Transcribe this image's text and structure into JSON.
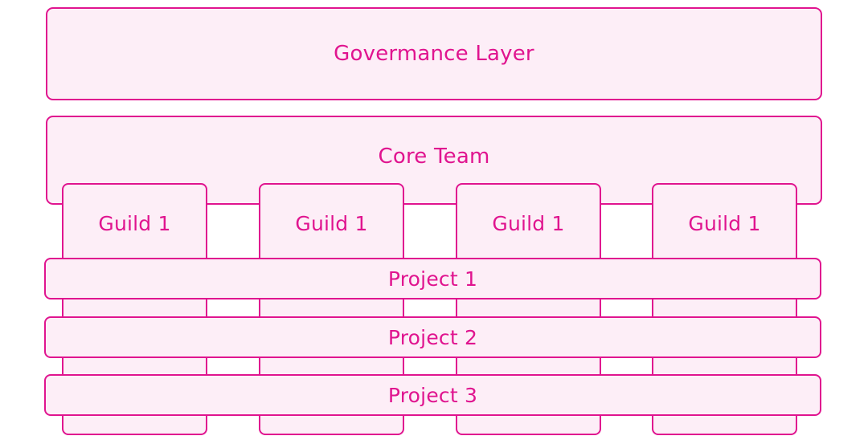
{
  "colors": {
    "stroke": "#e0148f",
    "fill": "#fdeef7",
    "text": "#e0148f"
  },
  "governance": {
    "label": "Govermance Layer"
  },
  "core_team": {
    "label": "Core Team"
  },
  "guilds": [
    {
      "label": "Guild 1"
    },
    {
      "label": "Guild 1"
    },
    {
      "label": "Guild 1"
    },
    {
      "label": "Guild 1"
    }
  ],
  "projects": [
    {
      "label": "Project 1"
    },
    {
      "label": "Project 2"
    },
    {
      "label": "Project 3"
    }
  ]
}
